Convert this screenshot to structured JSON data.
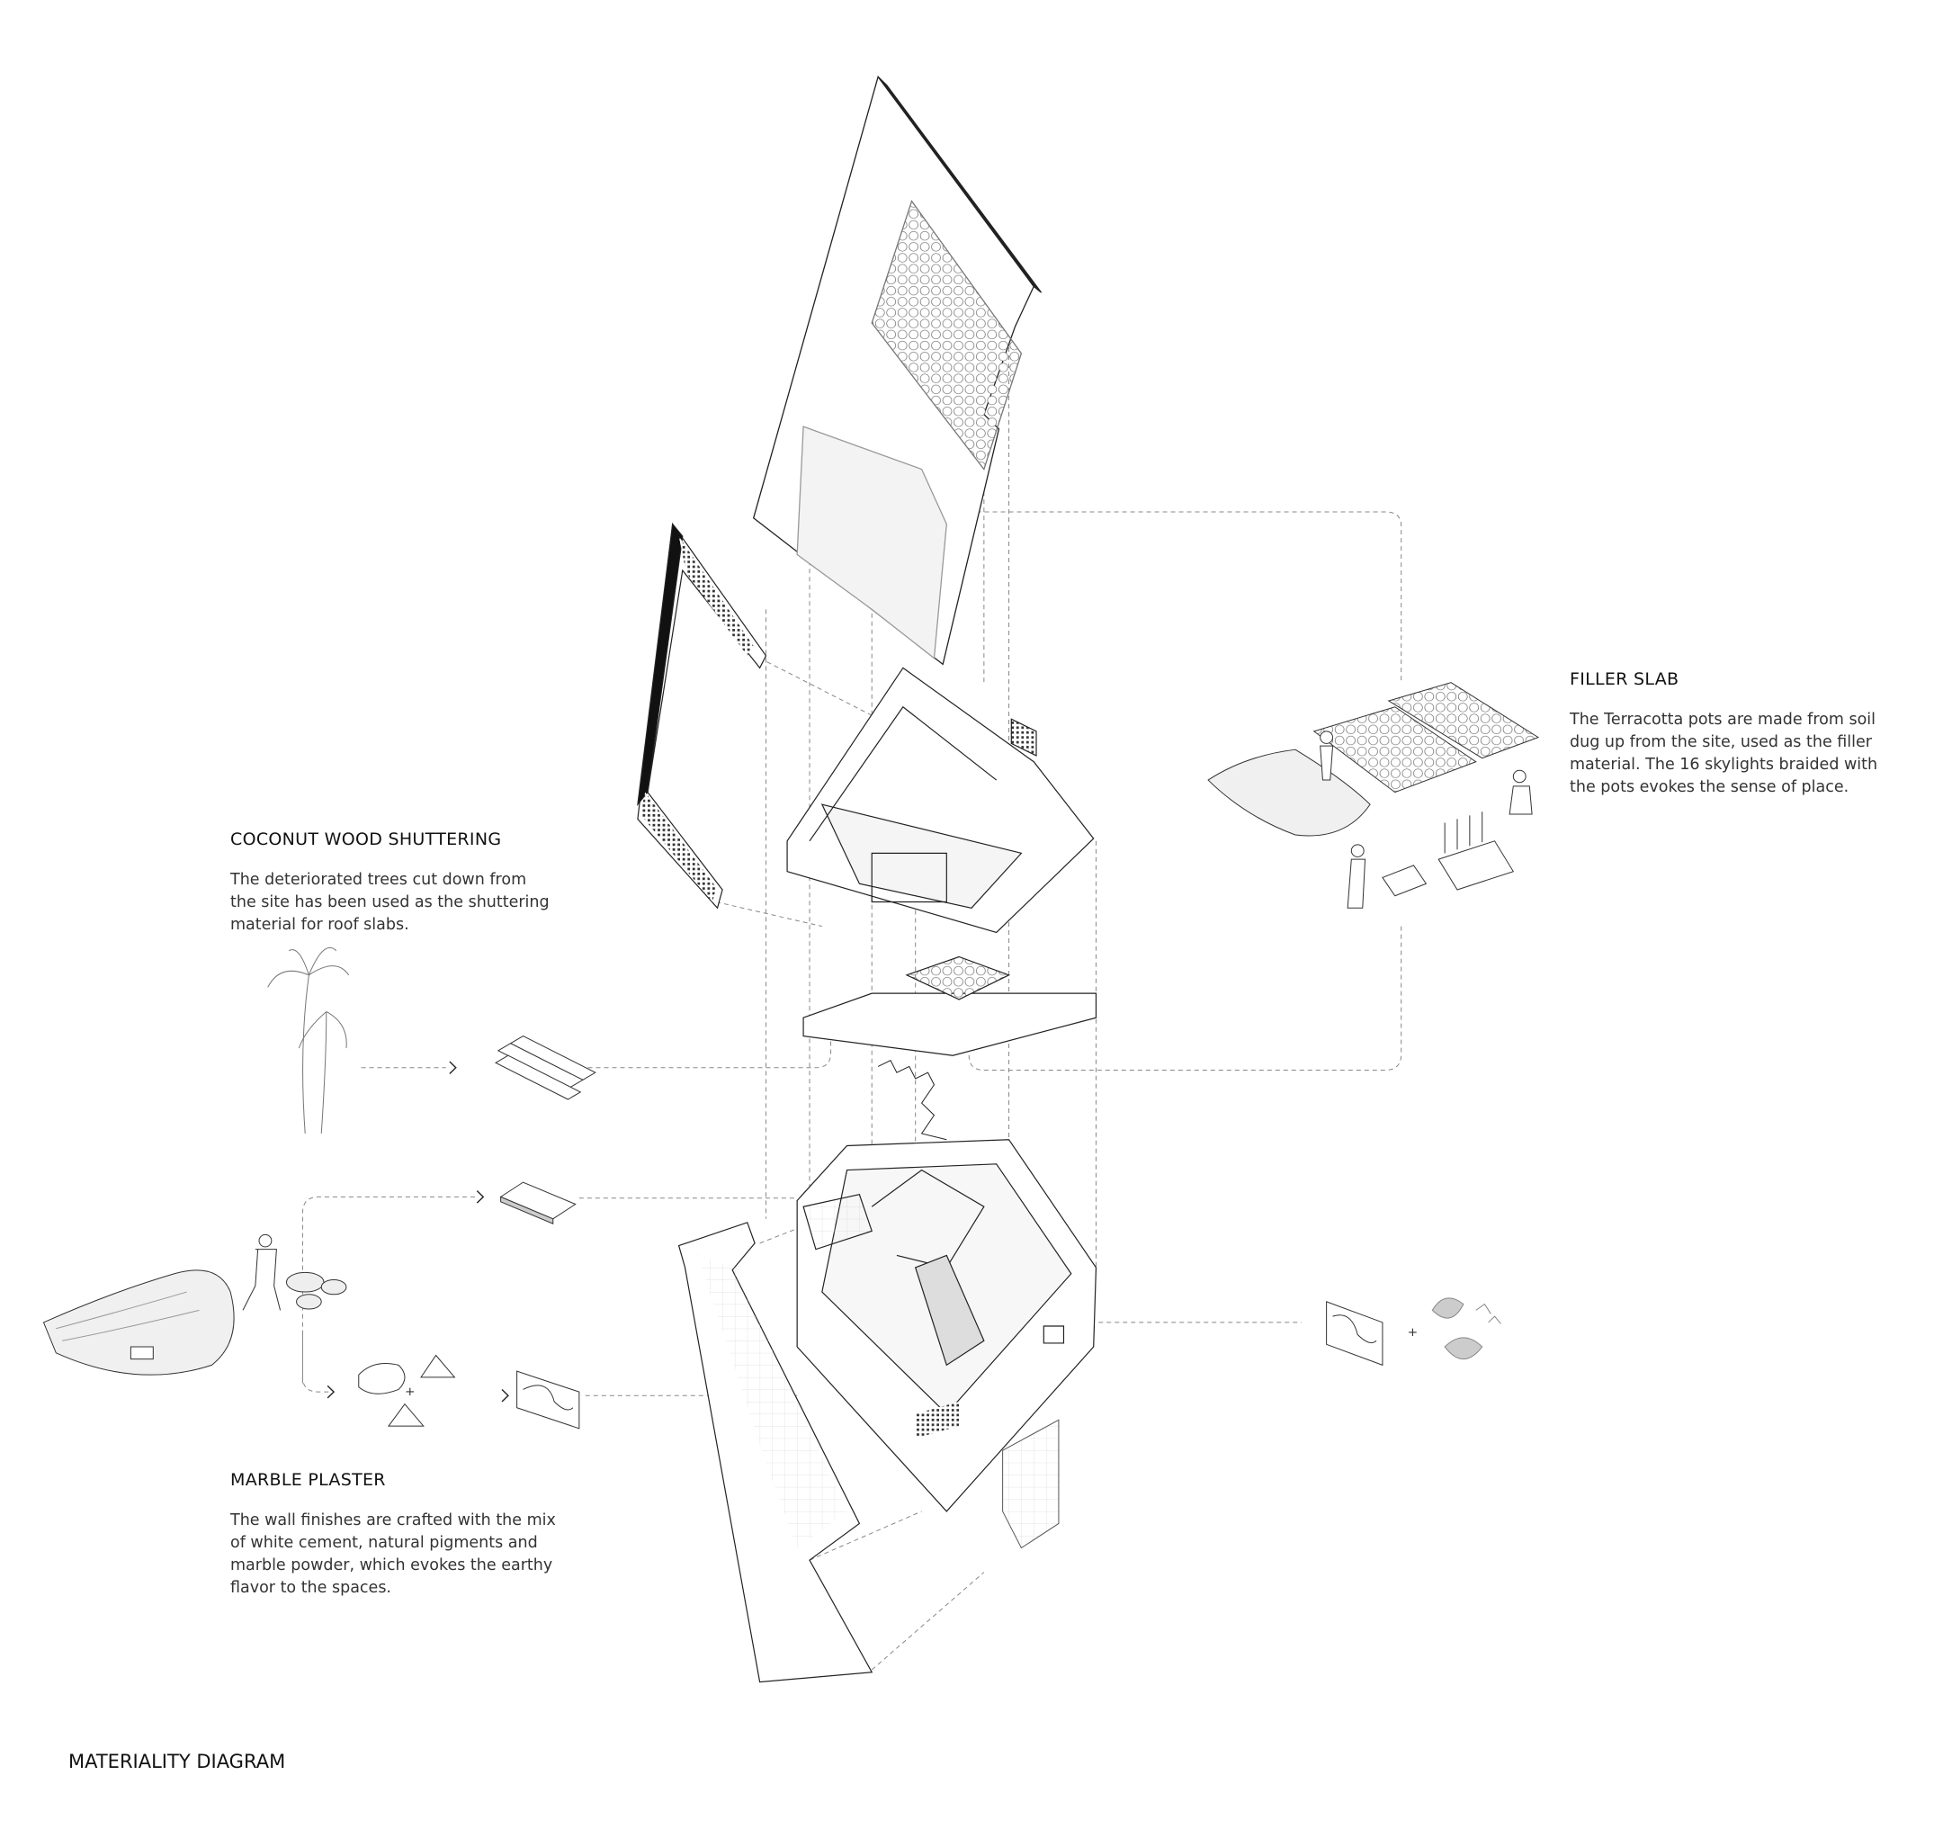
{
  "annotations": [
    {
      "id": "coconut",
      "title": "COCONUT WOOD SHUTTERING",
      "body": "The deteriorated trees cut down from\nthe site has been used as the shuttering\nmaterial for roof slabs."
    },
    {
      "id": "filler",
      "title": "FILLER SLAB",
      "body": "The Terracotta pots are made from soil\ndug up from the site, used as the filler\nmaterial. The 16 skylights braided with\nthe pots evokes the sense of place."
    },
    {
      "id": "marble",
      "title": "MARBLE PLASTER",
      "body": "The wall finishes are crafted with the mix\nof white cement, natural pigments and\nmarble powder, which evokes the earthy\nflavor to the spaces."
    }
  ],
  "diagram_title": "MATERIALITY DIAGRAM",
  "plus_sign": "+",
  "colors": {
    "line": "#222222",
    "dash": "#888888",
    "fill": "#f2f2f2",
    "mesh": "#333333"
  }
}
